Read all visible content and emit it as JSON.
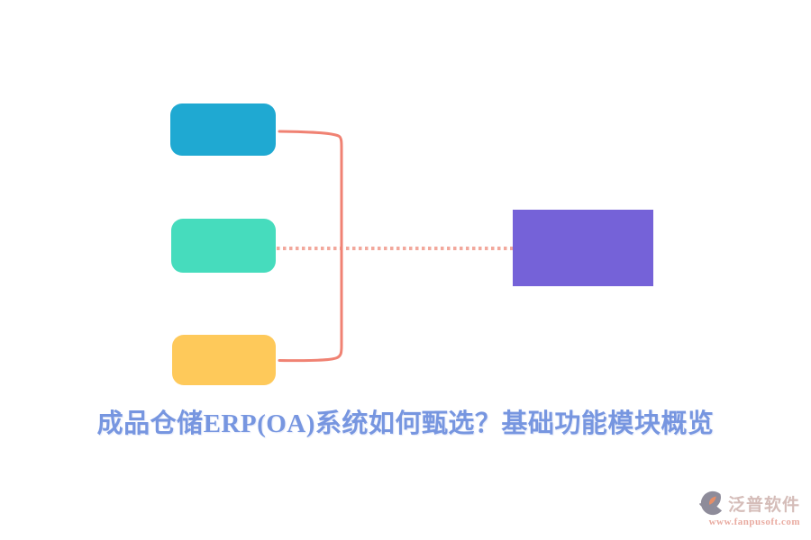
{
  "title": {
    "text": "成品仓储ERP(OA)系统如何甄选？基础功能模块概览"
  },
  "diagram": {
    "type": "mindmap-flow",
    "nodes": [
      {
        "id": "branch-top",
        "label": "",
        "color": "#1FA9D2",
        "shape": "rounded-rect"
      },
      {
        "id": "branch-middle",
        "label": "",
        "color": "#46DCBD",
        "shape": "rounded-rect"
      },
      {
        "id": "branch-bottom",
        "label": "",
        "color": "#FEC95A",
        "shape": "rounded-rect"
      },
      {
        "id": "result-right",
        "label": "",
        "color": "#7562D8",
        "shape": "rect"
      }
    ],
    "connections": [
      {
        "from": "branch-top",
        "to": "vertical-spine",
        "style": "solid-curve"
      },
      {
        "from": "branch-bottom",
        "to": "vertical-spine",
        "style": "solid-curve"
      },
      {
        "from": "branch-middle",
        "to": "result-right",
        "style": "dotted"
      }
    ],
    "connector_color": "#F08273",
    "dotted_color": "#F2A89C"
  },
  "watermark": {
    "brand": "泛普软件",
    "url": "www.fanpusoft.com"
  },
  "colors": {
    "c-node-top": "#1FA9D2",
    "c-node-middle": "#46DCBD",
    "c-node-bottom": "#FEC95A",
    "c-node-result": "#7562D8",
    "c-line": "#F08273",
    "c-dotted": "#F2A89C",
    "c-title": "#7796E0",
    "c-brand": "#D5BDB9",
    "c-url": "#E9ABA1",
    "c-logo-gray": "#8E8C9A",
    "c-logo-orange": "#E78E67"
  }
}
